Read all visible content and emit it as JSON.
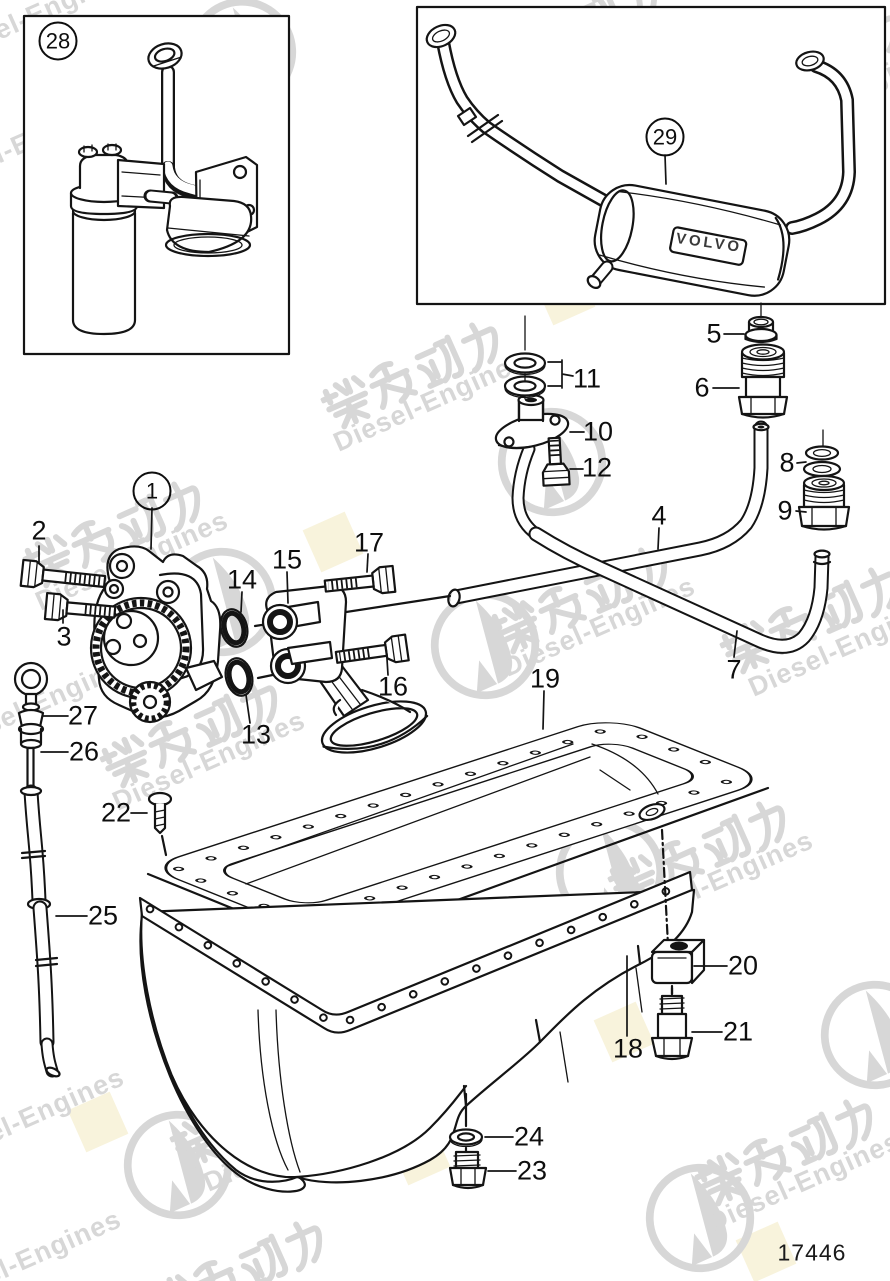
{
  "page": {
    "background": "#ffffff",
    "ink": "#141414",
    "part_number": "17446"
  },
  "watermark": {
    "cjk_text": "柴发动力",
    "en_text": "Diesel-Engines",
    "logo_name": "diesel-engines-logo",
    "color": "#d7d7d7",
    "patch_color": "#f8f3dc"
  },
  "cooler": {
    "brand_label": "VOLVO"
  },
  "callouts": {
    "n1": "1",
    "n2": "2",
    "n3": "3",
    "n4": "4",
    "n5": "5",
    "n6": "6",
    "n7": "7",
    "n8": "8",
    "n9": "9",
    "n10": "10",
    "n11": "11",
    "n12": "12",
    "n13": "13",
    "n14": "14",
    "n15": "15",
    "n16": "16",
    "n17": "17",
    "n18": "18",
    "n19": "19",
    "n20": "20",
    "n21": "21",
    "n22": "22",
    "n23": "23",
    "n24": "24",
    "n25": "25",
    "n26": "26",
    "n27": "27",
    "n28": "28",
    "n29": "29"
  }
}
